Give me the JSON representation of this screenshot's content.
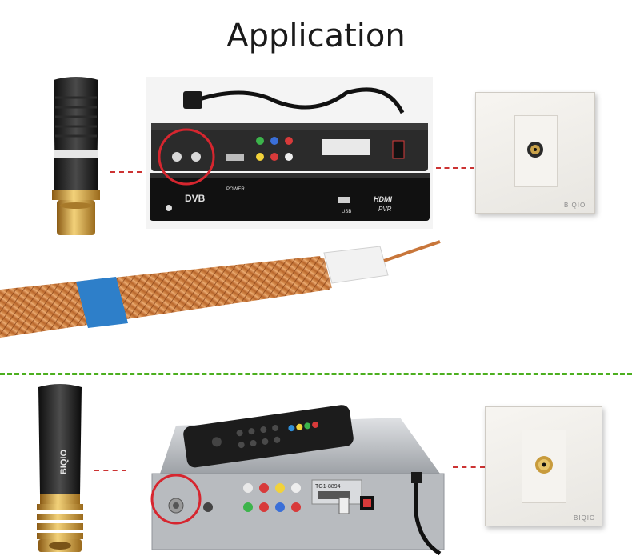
{
  "title": "Application",
  "top_section": {
    "receiver_labels": {
      "dvb": "DVB",
      "hdmi": "HDMI",
      "pvr": "PVR",
      "power": "POWER",
      "usb": "USB"
    },
    "wallplate_brand": "BIQIO"
  },
  "bottom_section": {
    "connector_brand": "BIQIO",
    "receiver_model_label": "TG1-8894",
    "wallplate_brand": "BIQIO"
  },
  "colors": {
    "annotation_red": "#cc3333",
    "divider_green": "#4caf1f",
    "gold": "#d8a43a",
    "copper": "#c8763a"
  }
}
